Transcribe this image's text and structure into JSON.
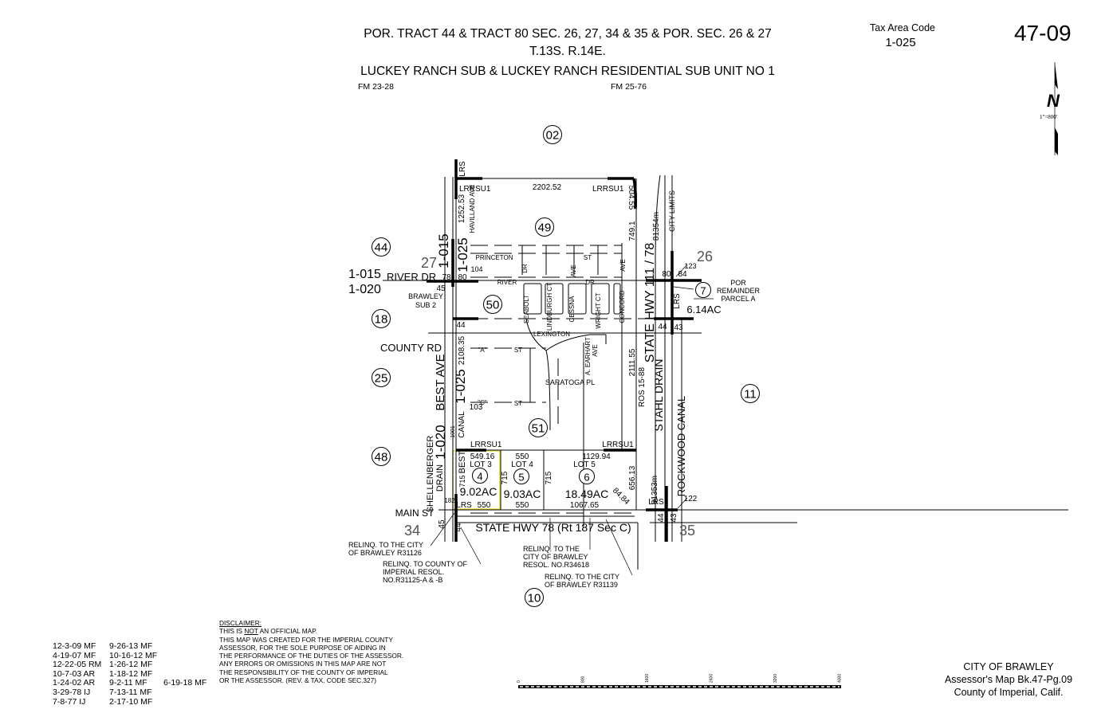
{
  "header": {
    "title_line1": "POR. TRACT 44 & TRACT 80 SEC. 26, 27, 34 & 35 & POR. SEC. 26 & 27",
    "title_line2": "T.13S. R.14E.",
    "title_line3": "LUCKEY RANCH SUB & LUCKEY RANCH RESIDENTIAL SUB UNIT NO 1",
    "fm_left": "FM 23-28",
    "fm_right": "FM 25-76",
    "tax_area_label": "Tax Area Code",
    "tax_area_code": "1-025",
    "map_number": "47-09",
    "north_letter": "N",
    "scale_ratio": "1\"=800'"
  },
  "highlight_color": "#e8e04a",
  "map": {
    "parcels": [
      "02",
      "49",
      "44",
      "50",
      "18",
      "25",
      "48",
      "51",
      "11",
      "10",
      "7",
      "4",
      "5",
      "6"
    ],
    "labels": [
      "LRS",
      "LRRSU1",
      "2202.52",
      "LRRSU1",
      "504.55",
      "1252.53",
      "HAVILLAND AVE",
      "749.1",
      "81354m",
      "CITY LIMITS",
      "1-015",
      "1-025",
      "27",
      "1-015",
      "RIVER DR",
      "1-020",
      "78",
      "80",
      "104",
      "45",
      "BRAWLEY",
      "SUB 2",
      "PRINCETON",
      "ST",
      "DR",
      "AVE",
      "AVE",
      "RIVER",
      "DR",
      "SEABOLT",
      "LINDBURGH CT",
      "CESSNA",
      "WRIGHT CT",
      "CONCORD",
      "STATE HWY 111 / 78",
      "26",
      "123",
      "80",
      "84",
      "POR",
      "REMAINDER",
      "PARCEL A",
      "6.14AC",
      "LRS",
      "44",
      "43",
      "44",
      "LEXINGTON",
      "COUNTY RD",
      "\"A\"",
      "ST",
      "2108.35",
      "BEST AVE",
      "1-025",
      "A. EARHART",
      "AVE",
      "SARATOGA PL",
      "2111.55",
      "ROS 15-88",
      "STAHL DRAIN",
      "ROCKWOOD CANAL",
      "103",
      "\"C\"",
      "ST",
      "1-020",
      "CANAL",
      "1001",
      "LRRSU1",
      "LRRSU1",
      "SHELLENBERGER",
      "DRAIN",
      "549.16",
      "LOT 3",
      "550",
      "LOT 4",
      "1129.94",
      "LOT 5",
      "BEST",
      "715",
      "715",
      "715",
      "9.02AC",
      "9.03AC",
      "18.49AC",
      "656.13",
      "84.84",
      "81353m",
      "LRS",
      "182",
      "550",
      "550",
      "1067.65",
      "LRS",
      "122",
      "MAIN ST",
      "45",
      "44",
      "44",
      "43",
      "34",
      "STATE HWY 78 (Rt 187 Sec C)",
      "35",
      "RELINQ. TO THE CITY",
      "OF BRAWLEY R31126",
      "RELINQ. TO COUNTY OF",
      "IMPERIAL RESOL.",
      "NO.R31125-A & -B",
      "RELINQ. TO THE",
      "CITY OF BRAWLEY",
      "RESOL. NO.R34618",
      "RELINQ. TO THE CITY",
      "OF BRAWLEY R31139"
    ]
  },
  "revisions": {
    "col1": [
      "12-3-09 MF",
      "4-19-07 MF",
      "12-22-05 RM",
      "10-7-03 AR",
      "1-24-02 AR",
      "3-29-78 IJ",
      "7-8-77 IJ"
    ],
    "col2": [
      "9-26-13 MF",
      "10-16-12 MF",
      "1-26-12 MF",
      "1-18-12 MF",
      "9-2-11 MF",
      "7-13-11 MF",
      "2-17-10 MF"
    ],
    "extra": "6-19-18 MF"
  },
  "disclaimer": {
    "heading": "DISCLAIMER:",
    "line1_pre": "THIS IS ",
    "line1_not": "NOT",
    "line1_post": " AN OFFICIAL MAP.",
    "lines": [
      "THIS MAP WAS CREATED FOR THE IMPERIAL COUNTY",
      "ASSESSOR, FOR THE SOLE PURPOSE OF AIDING IN",
      "THE PERFORMANCE OF THE DUTIES OF THE ASSESSOR.",
      "ANY ERRORS OR OMISSIONS IN THIS MAP ARE NOT",
      "THE RESPONSIBILITY OF THE COUNTY OF IMPERIAL",
      "OR THE ASSESSOR. (REV. & TAX. CODE SEC.327)"
    ]
  },
  "scale_bar": {
    "ticks": [
      "0",
      "800",
      "1600",
      "2400",
      "3200",
      "4000"
    ]
  },
  "footer": {
    "line1": "CITY OF BRAWLEY",
    "line2": "Assessor's Map Bk.47-Pg.09",
    "line3": "County of Imperial, Calif."
  }
}
